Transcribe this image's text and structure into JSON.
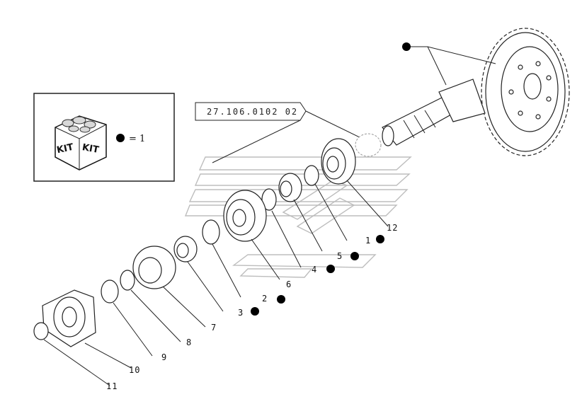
{
  "diagram": {
    "reference_code": "27.106.0102 02",
    "kit": {
      "box_text_left": "KIT",
      "box_text_right": "KIT",
      "legend": "= 1"
    },
    "callouts": [
      "1",
      "2",
      "3",
      "4",
      "5",
      "6",
      "7",
      "8",
      "9",
      "10",
      "11",
      "12"
    ],
    "colors": {
      "line": "#222222",
      "ghost": "#bdbdbd",
      "dot": "#000000"
    }
  }
}
